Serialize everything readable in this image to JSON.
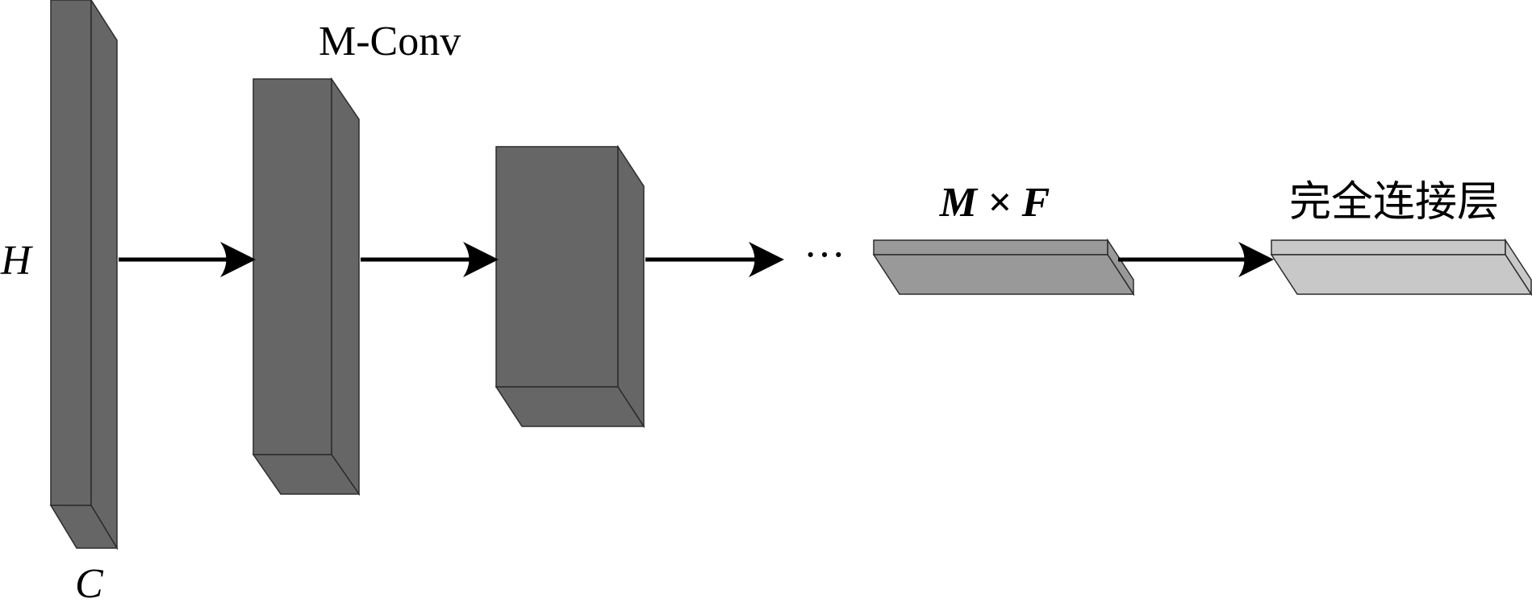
{
  "labels": {
    "height": "H",
    "channels": "C",
    "mconv": "M-Conv",
    "feature_dims": "M × F",
    "fully_connected": "完全连接层",
    "ellipsis": "···"
  },
  "colors": {
    "conv_block": "#666666",
    "feature_block": "#999999",
    "fc_block": "#c8c8c8",
    "outline": "#2b2b2b",
    "arrow": "#000000"
  }
}
